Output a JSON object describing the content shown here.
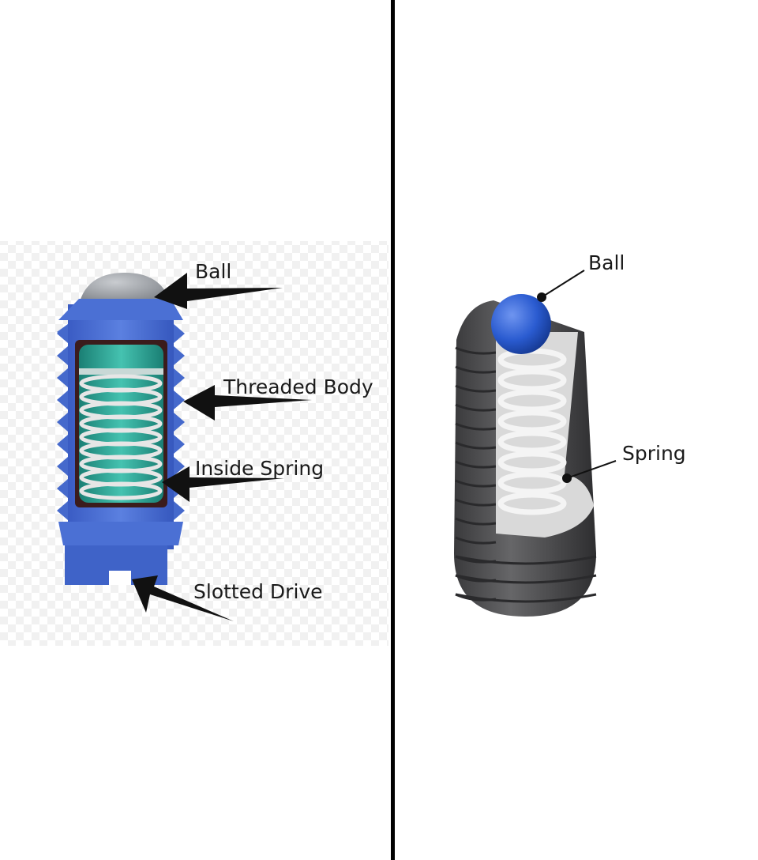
{
  "left_panel": {
    "labels": {
      "ball": "Ball",
      "threaded_body": "Threaded Body",
      "inside_spring": "Inside Spring",
      "slotted_drive": "Slotted Drive"
    },
    "colors": {
      "body": "#4a6fd0",
      "ball": "#9a9ea4",
      "spring_core": "#2fa596",
      "spring": "#e8e8e8",
      "arrows": "#111111"
    }
  },
  "right_panel": {
    "labels": {
      "ball": "Ball",
      "spring": "Spring"
    },
    "colors": {
      "body": "#4a4a4c",
      "cut_face": "#d8d8d8",
      "ball": "#2a5bd0",
      "spring": "#f2f2f2"
    }
  },
  "divider_color": "#000000"
}
